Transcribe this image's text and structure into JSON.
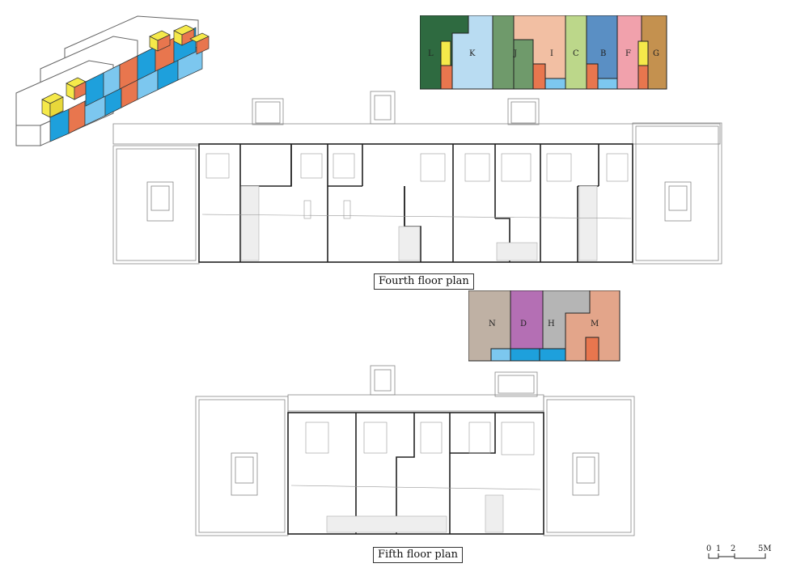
{
  "captions": {
    "fourth_floor": "Fourth floor plan",
    "fifth_floor": "Fifth floor plan"
  },
  "key_fourth": {
    "units": [
      "L",
      "K",
      "J",
      "I",
      "C",
      "B",
      "F",
      "G"
    ],
    "colors": {
      "L": "#2e6a40",
      "K": "#b9dcf2",
      "J": "#6f9a6b",
      "I": "#f2bfa3",
      "C": "#bcd78a",
      "B": "#5a8fc4",
      "F": "#f1a1ac",
      "G": "#c4914f"
    }
  },
  "key_fifth": {
    "units": [
      "N",
      "D",
      "H",
      "M"
    ],
    "colors": {
      "N": "#bfb1a4",
      "D": "#b46fb4",
      "H": "#b5b5b5",
      "M": "#e3a58a"
    }
  },
  "accent_colors": {
    "yellow": "#f5e94a",
    "orange": "#e8764e",
    "light_blue": "#7cc7ef",
    "blue": "#1ea0dc"
  },
  "scale_bar": {
    "labels": [
      "0",
      "1",
      "2",
      "5M"
    ]
  }
}
